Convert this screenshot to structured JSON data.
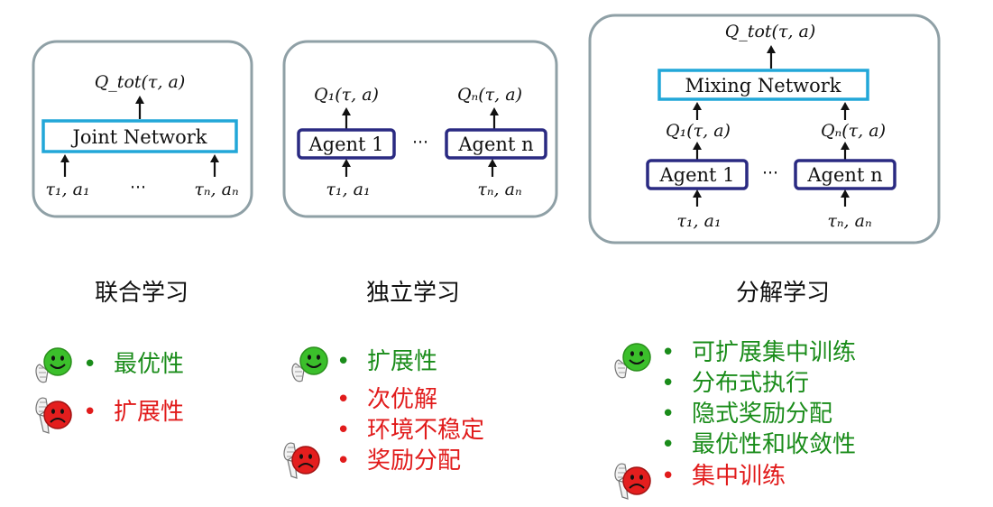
{
  "panels": {
    "joint": {
      "network_label": "Joint Network",
      "q_output": "Q_tot(τ, a)",
      "input_1": "τ₁, a₁",
      "input_n": "τₙ, aₙ",
      "ellipsis": "···"
    },
    "independent": {
      "agent_1_label": "Agent 1",
      "agent_n_label": "Agent n",
      "q_1": "Q₁(τ, a)",
      "q_n": "Qₙ(τ, a)",
      "input_1": "τ₁, a₁",
      "input_n": "τₙ, aₙ",
      "ellipsis": "···"
    },
    "factorized": {
      "mixing_label": "Mixing Network",
      "q_output": "Q_tot(τ, a)",
      "agent_1_label": "Agent 1",
      "agent_n_label": "Agent n",
      "q_1": "Q₁(τ, a)",
      "q_n": "Qₙ(τ, a)",
      "input_1": "τ₁, a₁",
      "input_n": "τₙ, aₙ",
      "ellipsis": "···"
    }
  },
  "headings": {
    "joint": "联合学习",
    "independent": "独立学习",
    "factorized": "分解学习"
  },
  "lists": {
    "joint": {
      "pros": [
        "最优性"
      ],
      "cons": [
        "扩展性"
      ]
    },
    "independent": {
      "pros": [
        "扩展性"
      ],
      "cons": [
        "次优解",
        "环境不稳定",
        "奖励分配"
      ]
    },
    "factorized": {
      "pros": [
        "可扩展集中训练",
        "分布式执行",
        "隐式奖励分配",
        "最优性和收敛性"
      ],
      "cons": [
        "集中训练"
      ]
    }
  },
  "bullet_char": "•",
  "colors": {
    "pro_text": "#1a8c1a",
    "con_text": "#e11b1b",
    "panel_border": "#8fa0a6",
    "network_border": "#22a7d8",
    "agent_border": "#2a2a82",
    "happy_face": "#3bbf2b",
    "sad_face": "#e41e1e"
  },
  "icons": {
    "pro": "thumbs-up-smiley-icon",
    "con": "thumbs-down-frowny-icon"
  }
}
